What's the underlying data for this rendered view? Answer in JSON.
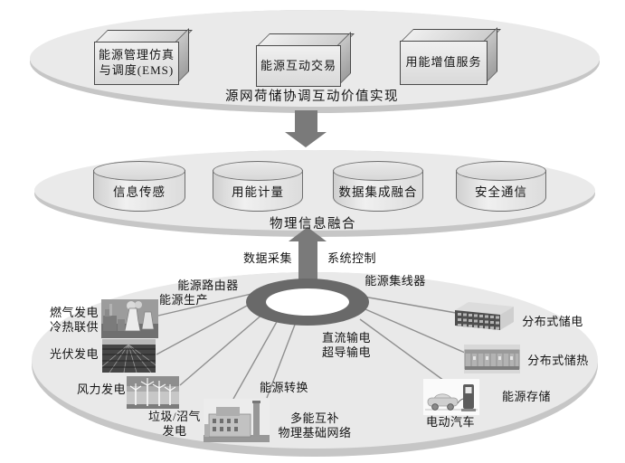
{
  "top_layer": {
    "caption": "源网荷储协调互动价值实现",
    "boxes": [
      "能源管理仿真\n与调度(EMS)",
      "能源互动交易",
      "用能增值服务"
    ]
  },
  "info_layer": {
    "caption": "物理信息融合",
    "cylinders": [
      "信息传感",
      "用能计量",
      "数据集成融合",
      "安全通信"
    ]
  },
  "physical_layer": {
    "arrow_labels": {
      "data_collection": "数据采集",
      "system_control": "系统控制"
    },
    "hub": {
      "router": "能源路由器",
      "concentrator": "能源集线器",
      "production": "能源生产",
      "transmission": "直流输电\n超导输电",
      "conversion": "能源转换",
      "storage": "能源存储",
      "network": "多能互补\n物理基础网络"
    },
    "generation_nodes": [
      {
        "label": "燃气发电\n冷热联供",
        "image": "gas-power-plant"
      },
      {
        "label": "光伏发电",
        "image": "solar-power"
      },
      {
        "label": "风力发电",
        "image": "wind-power"
      },
      {
        "label": "垃圾/沼气\n发电",
        "image": "waste-biogas-plant"
      }
    ],
    "storage_nodes": [
      {
        "label": "分布式储电",
        "image": "battery-storage"
      },
      {
        "label": "分布式储热",
        "image": "heat-storage"
      },
      {
        "label": "电动汽车",
        "image": "electric-vehicle"
      }
    ]
  },
  "colors": {
    "disc_fill": "#eaeaea",
    "disc_rim": "#c6c6c6",
    "arrow": "#7a7a7a",
    "ring": "#696969",
    "text": "#141414"
  }
}
